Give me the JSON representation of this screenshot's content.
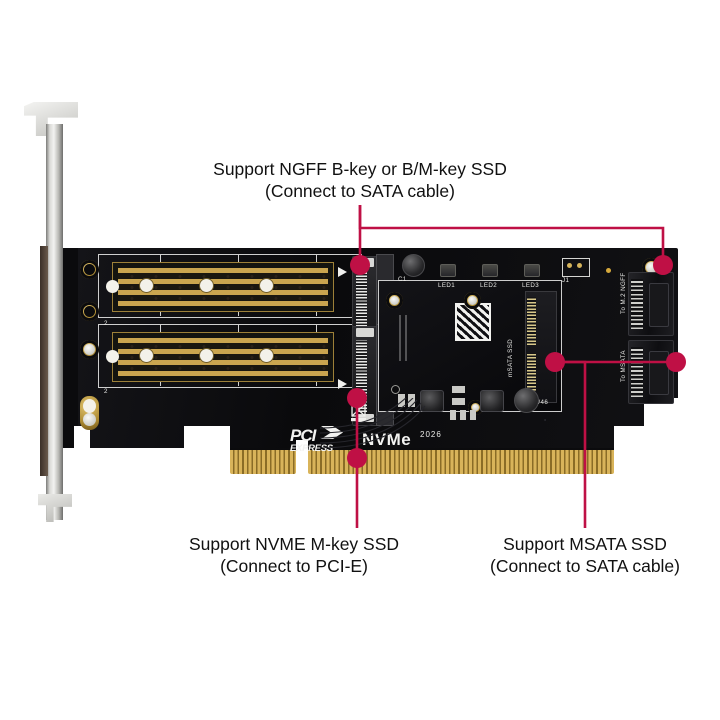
{
  "image": {
    "subject": "M.2 NVMe + M.2 NGFF SATA + mSATA to PCI-E x16 adapter card",
    "background_color": "#ffffff",
    "callout_color": "#bf1045"
  },
  "callouts": [
    {
      "id": "ngff",
      "line1": "Support NGFF B-key or B/M-key SSD",
      "line2": "(Connect to SATA cable)",
      "position": "top-left",
      "dots": 2
    },
    {
      "id": "nvme",
      "line1": "Support NVME M-key SSD",
      "line2": "(Connect to PCI-E)",
      "position": "bottom-left",
      "dots": 2
    },
    {
      "id": "msata",
      "line1": "Support MSATA SSD",
      "line2": "(Connect to SATA cable)",
      "position": "bottom-right",
      "dots": 1
    }
  ],
  "board": {
    "logo_pci_line1": "PCI",
    "logo_pci_line2": "EXPRESS",
    "logo_nvme": "NVMe",
    "silkscreen": [
      {
        "text": "mSATA SSD",
        "orientation": "vertical"
      },
      {
        "text": "To M.2 NGFF",
        "orientation": "vertical"
      },
      {
        "text": "To MSATA",
        "orientation": "vertical"
      },
      {
        "text": "2026",
        "orientation": "horizontal"
      },
      {
        "text": "M2/46",
        "orientation": "horizontal"
      },
      {
        "text": "LED1",
        "orientation": "horizontal"
      },
      {
        "text": "LED2",
        "orientation": "horizontal"
      },
      {
        "text": "LED3",
        "orientation": "horizontal"
      },
      {
        "text": "J1",
        "orientation": "horizontal"
      },
      {
        "text": "C1",
        "orientation": "horizontal"
      }
    ],
    "connectors": [
      {
        "name": "M.2 socket (upper)",
        "type": "M-key / B-key M.2"
      },
      {
        "name": "M.2 socket (lower)",
        "type": "M-key / B-key M.2"
      },
      {
        "name": "mSATA socket",
        "type": "mSATA"
      },
      {
        "name": "SATA port upper",
        "label": "To M.2 NGFF"
      },
      {
        "name": "SATA port lower",
        "label": "To MSATA"
      },
      {
        "name": "PCI-E x16 edge connector",
        "type": "gold fingers"
      }
    ]
  }
}
